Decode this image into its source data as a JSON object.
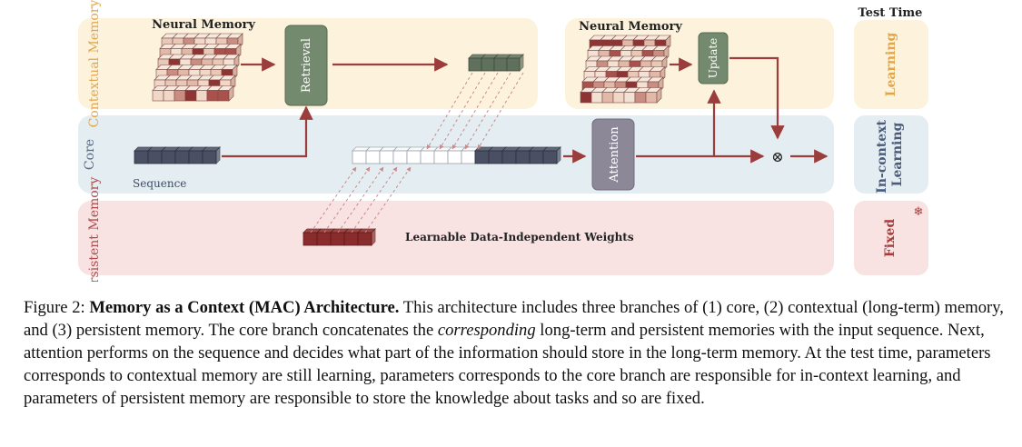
{
  "diagram": {
    "lanes": {
      "contextual_memory": "Contextual Memory",
      "core": "Core",
      "persistent_memory": "Persistent Memory"
    },
    "neural_memory_title_left": "Neural Memory",
    "neural_memory_title_right": "Neural Memory",
    "test_time_title": "Test Time",
    "retrieval_label": "Retrieval",
    "update_label": "Update",
    "attention_label": "Attention",
    "sequence_label": "Sequence",
    "weights_label": "Learnable Data-Independent Weights",
    "test_time_boxes": {
      "learning": "Learning",
      "in_context_learning": "In-context Learning",
      "fixed": "Fixed"
    },
    "multiply_symbol": "⊗",
    "snowflake_symbol": "❄",
    "colors": {
      "contextual_bg": "#fdf3dc",
      "core_bg": "#e4edf1",
      "persistent_bg": "#f8e2e2",
      "arrow": "#9c3d3d",
      "retrieval_box": "#738a6e",
      "attention_box": "#8c8898",
      "sequence_token": "#4a5063",
      "persistent_token": "#8b2c2c",
      "retrieved_token": "#5f705c",
      "lane_text_contextual": "#e2a64a",
      "lane_text_core": "#5b6a86",
      "lane_text_persistent": "#b04a4a"
    }
  },
  "caption": {
    "prefix": "Figure 2: ",
    "title": "Memory as a Context (MAC) Architecture.",
    "body_part1": " This architecture includes three branches of (1) core, (2) contextual (long-term) memory, and (3) persistent memory. The core branch concatenates the ",
    "emphasis": "corresponding",
    "body_part2": " long-term and persistent memories with the input sequence. Next, attention performs on the sequence and decides what part of the information should store in the long-term memory. At the test time, parameters corresponds to contextual memory are still learning, parameters corresponds to the core branch are responsible for in-context learning, and parameters of persistent memory are responsible to store the knowledge about tasks and so are fixed."
  }
}
